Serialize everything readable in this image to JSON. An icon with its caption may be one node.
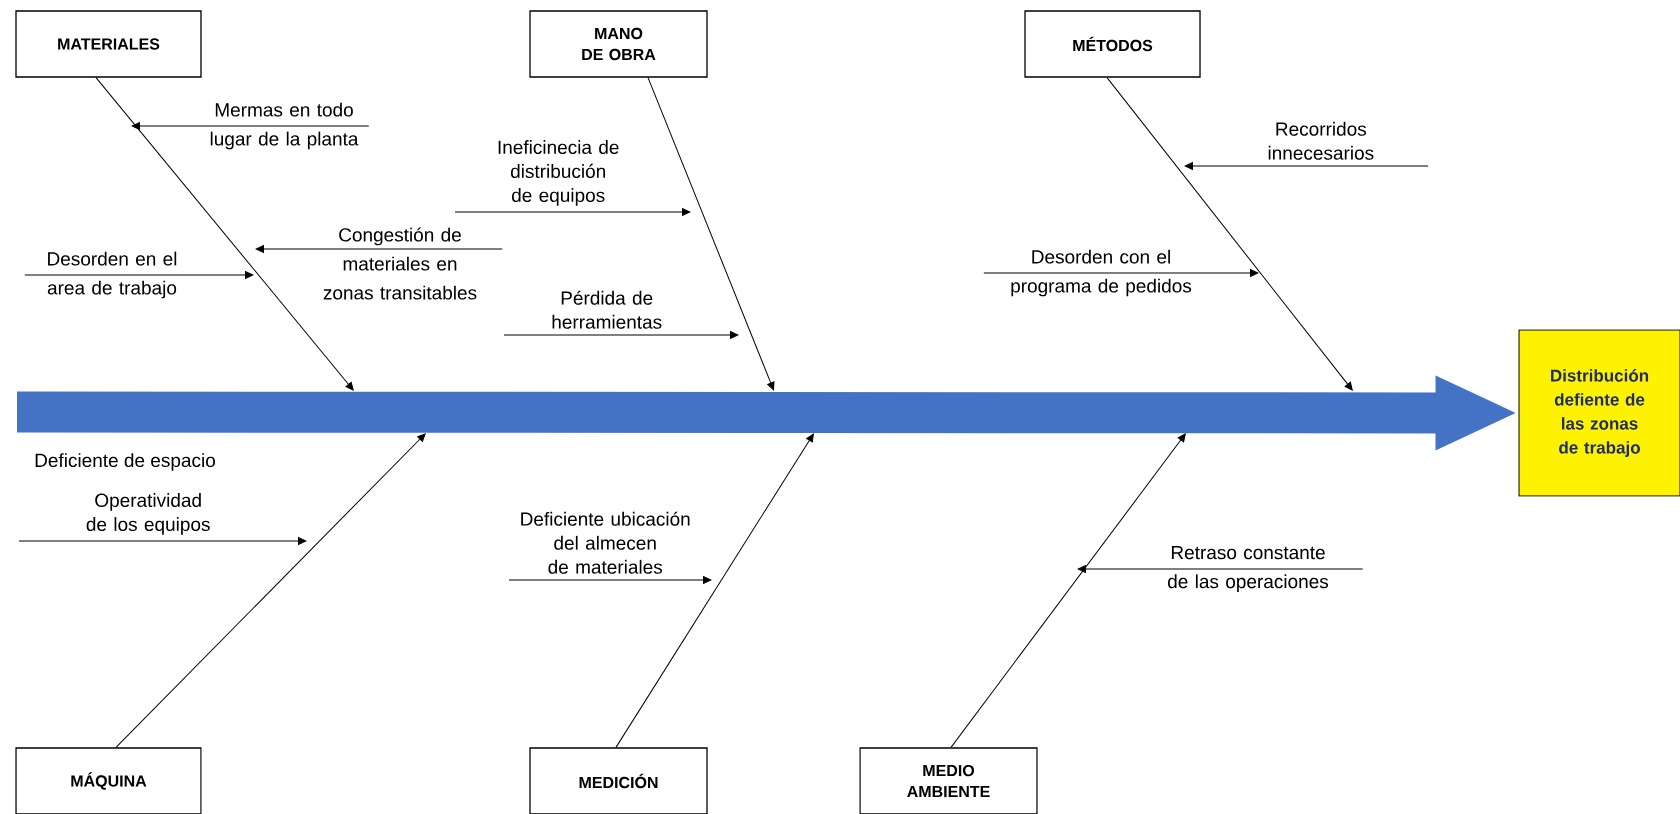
{
  "diagram": {
    "nodes": [
      {
        "text": [
          "MATERIALES"
        ]
      },
      {
        "text": [
          "MANO DE OBRA"
        ]
      },
      {
        "text": [
          "MÉTODOS"
        ]
      },
      {
        "text": [
          "Distribución defiente de las zonas de trabajo"
        ]
      },
      {
        "text": [
          "MÁQUINA"
        ]
      },
      {
        "text": [
          "MEDICIÓN"
        ]
      },
      {
        "text": [
          "MEDIO AMBIENTE"
        ]
      },
      {
        "text": [
          "Mermas en todo lugar de la planta"
        ]
      },
      {
        "text": [
          "Ineficinecia de distribución de equipos"
        ]
      },
      {
        "text": [
          "Recorridos innecesarios"
        ]
      },
      {
        "text": [
          "Congestión de materiales en zonas transitables"
        ]
      },
      {
        "text": [
          "Desorden en el area de trabajo"
        ]
      },
      {
        "text": [
          "Desorden con el programa de pedidos"
        ]
      },
      {
        "text": [
          "Pérdida de herramientas"
        ]
      },
      {
        "text": [
          "Operatividad de los equipos"
        ]
      },
      {
        "text": [
          "Deficiente ubicación del almecen de materiales"
        ]
      },
      {
        "text": [
          "Retraso constante de las operaciones"
        ]
      }
    ],
    "edges": [
      {
        "from": null,
        "to": 3,
        "arrow": "to",
        "style": "thick",
        "color": "#4472c4"
      },
      {
        "from": 0,
        "to": null,
        "arrow": "to"
      },
      {
        "from": 1,
        "to": null,
        "arrow": "to"
      },
      {
        "from": 2,
        "to": null,
        "arrow": "to"
      },
      {
        "from": 4,
        "to": null,
        "arrow": "to"
      },
      {
        "from": 5,
        "to": null,
        "arrow": "to"
      },
      {
        "from": 6,
        "to": null,
        "arrow": "to"
      },
      {
        "from": 7,
        "to": null,
        "arrow": "to"
      },
      {
        "from": 8,
        "to": null,
        "arrow": "to"
      },
      {
        "from": 9,
        "to": null,
        "arrow": "to"
      },
      {
        "from": 10,
        "to": null,
        "arrow": "to"
      },
      {
        "from": 11,
        "to": null,
        "arrow": "to"
      },
      {
        "from": 12,
        "to": null,
        "arrow": "to"
      },
      {
        "from": 13,
        "to": null,
        "arrow": "to"
      },
      {
        "from": 14,
        "to": null,
        "arrow": "to"
      },
      {
        "from": 15,
        "to": null,
        "arrow": "to"
      },
      {
        "from": 16,
        "to": null,
        "arrow": "to"
      }
    ],
    "labels": [
      "Deficiente de espacio"
    ]
  }
}
